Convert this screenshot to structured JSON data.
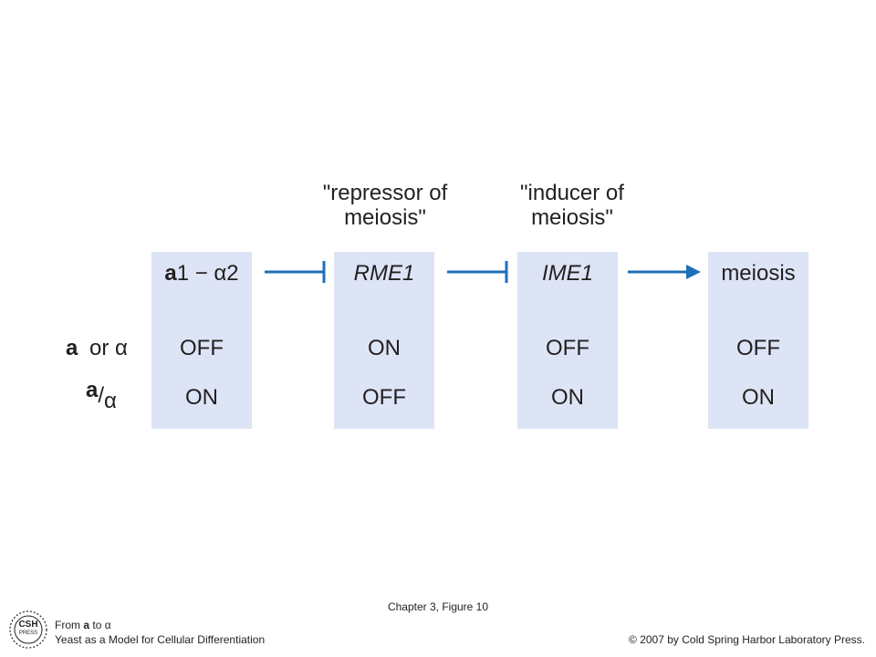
{
  "captions": [
    {
      "line1": "\"repressor of",
      "line2": "meiosis\""
    },
    {
      "line1": "\"inducer of",
      "line2": "meiosis\""
    }
  ],
  "columns": [
    {
      "header_bold": "a",
      "header_rest": "1 − α2",
      "row1": "OFF",
      "row2": "ON"
    },
    {
      "header": "RME1",
      "row1": "ON",
      "row2": "OFF"
    },
    {
      "header": "IME1",
      "row1": "OFF",
      "row2": "ON"
    },
    {
      "header": "meiosis",
      "row1": "OFF",
      "row2": "ON"
    }
  ],
  "row_labels": [
    {
      "bold": "a",
      "rest": "or α"
    },
    {
      "bold": "a",
      "slash": "/",
      "rest": "α"
    }
  ],
  "colors": {
    "box_fill": "#dde4f5",
    "arrow": "#1f6fb8",
    "text": "#231f20"
  },
  "footer": {
    "figure_label": "Chapter 3, Figure 10",
    "from_prefix": "From",
    "from_bold": "a",
    "from_suffix": "to α",
    "book_title": "Yeast as a Model for Cellular Differentiation",
    "copyright": "© 2007 by Cold Spring Harbor Laboratory Press.",
    "logo_line1": "CSH",
    "logo_line2": "PRESS"
  }
}
